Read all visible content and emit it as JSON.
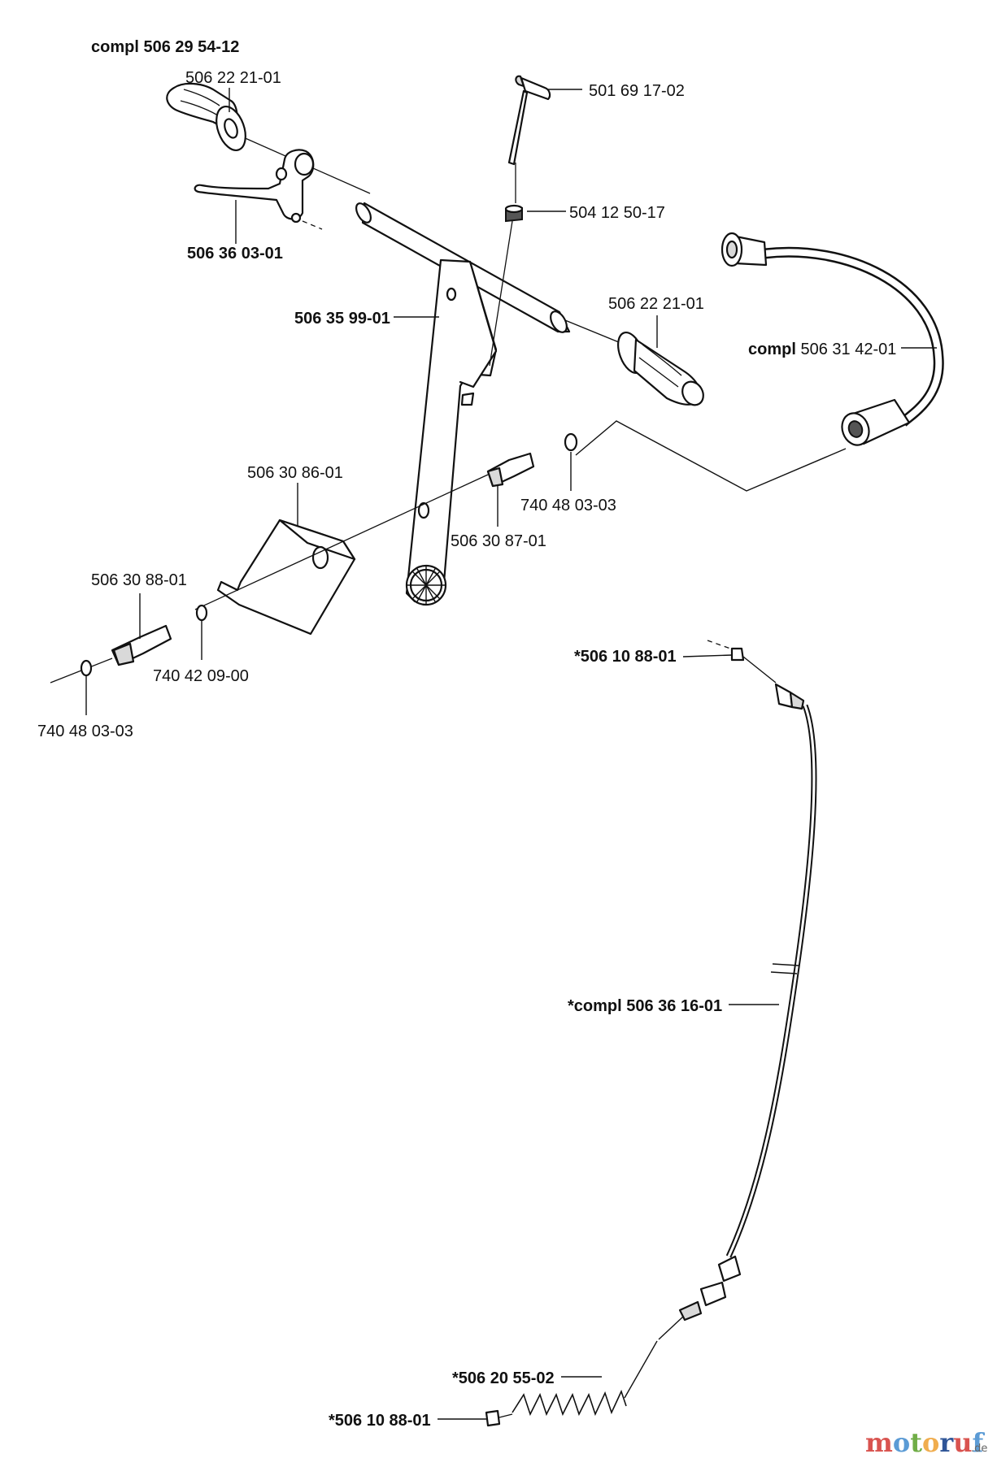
{
  "title": "compl 506 29 54-12",
  "labels": [
    {
      "id": "grip-left",
      "text": "506 22 21-01",
      "bold": false,
      "prefix": ""
    },
    {
      "id": "tool-pin",
      "text": "501 69 17-02",
      "bold": false,
      "prefix": ""
    },
    {
      "id": "nut",
      "text": "504 12 50-17",
      "bold": false,
      "prefix": ""
    },
    {
      "id": "lever",
      "text": "506 36 03-01",
      "bold": true,
      "prefix": ""
    },
    {
      "id": "frame",
      "text": "506 35 99-01",
      "bold": true,
      "prefix": ""
    },
    {
      "id": "grip-right",
      "text": "506 22 21-01",
      "bold": false,
      "prefix": ""
    },
    {
      "id": "hose",
      "text": "506 31 42-01",
      "bold": false,
      "prefix": "compl"
    },
    {
      "id": "guard",
      "text": "506 30 86-01",
      "bold": false,
      "prefix": ""
    },
    {
      "id": "washer-right",
      "text": "740 48 03-03",
      "bold": false,
      "prefix": ""
    },
    {
      "id": "nipple-right",
      "text": "506 30 87-01",
      "bold": false,
      "prefix": ""
    },
    {
      "id": "nipple-left",
      "text": "506 30 88-01",
      "bold": false,
      "prefix": ""
    },
    {
      "id": "washer-mid",
      "text": "740 42 09-00",
      "bold": false,
      "prefix": ""
    },
    {
      "id": "washer-left",
      "text": "740 48 03-03",
      "bold": false,
      "prefix": ""
    },
    {
      "id": "cable-end-top",
      "text": "*506 10 88-01",
      "bold": true,
      "prefix": ""
    },
    {
      "id": "cable",
      "text": "*compl 506 36 16-01",
      "bold": true,
      "prefix": ""
    },
    {
      "id": "spring",
      "text": "*506 20 55-02",
      "bold": true,
      "prefix": ""
    },
    {
      "id": "cable-end-bottom",
      "text": "*506 10 88-01",
      "bold": true,
      "prefix": ""
    }
  ],
  "watermark": {
    "main": "motoruf",
    "suffix": ".de",
    "colors": [
      "#d9534f",
      "#5b9bd5",
      "#70ad47",
      "#f0ad4e",
      "#2f5597"
    ]
  }
}
